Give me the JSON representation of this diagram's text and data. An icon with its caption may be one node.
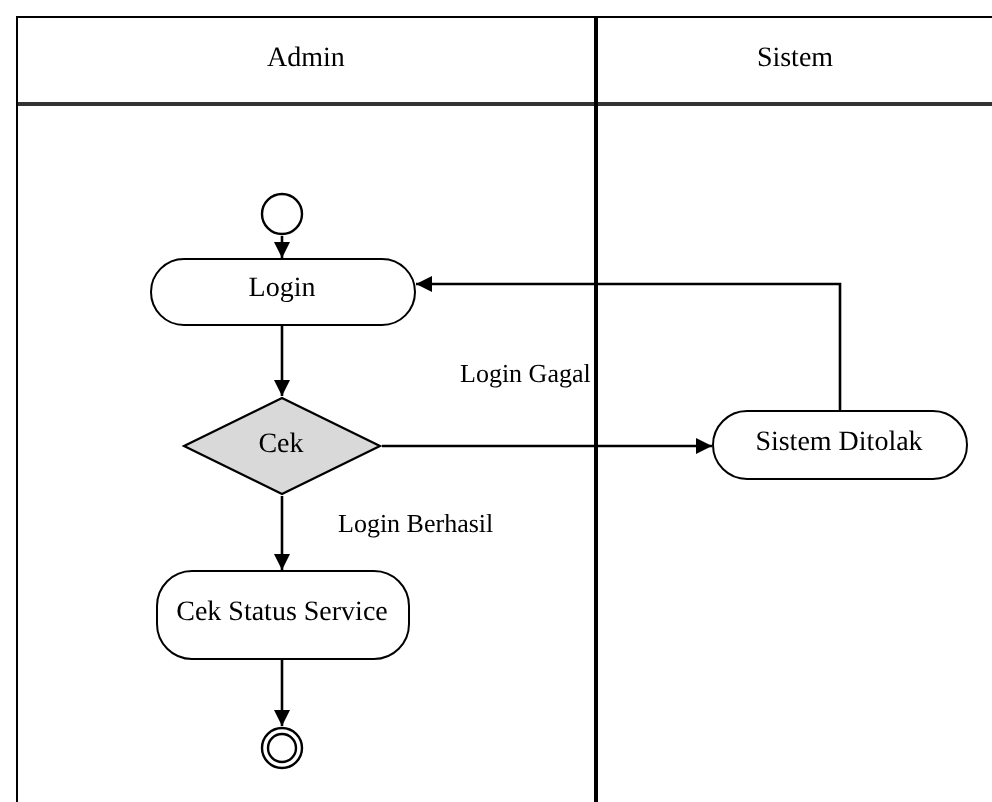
{
  "diagram": {
    "nodes": [
      {
        "text": [
          "Admin"
        ]
      },
      {
        "text": [
          "Sistem"
        ]
      },
      {
        "text": [],
        "shape": "circle",
        "in": 0
      },
      {
        "text": [
          "Login"
        ],
        "in": 0
      },
      {
        "text": [
          "Cek"
        ],
        "in": 0
      },
      {
        "text": [
          "Cek Status Service"
        ],
        "in": 0
      },
      {
        "text": [],
        "shape": "circle",
        "in": 0
      },
      {
        "text": [
          "Sistem Ditolak"
        ],
        "in": 1
      }
    ],
    "edges": [
      {
        "from": 2,
        "to": 3,
        "arrow": "to"
      },
      {
        "from": 3,
        "to": 4,
        "arrow": "to"
      },
      {
        "from": 4,
        "to": 7,
        "arrow": "to",
        "label": "Login Gagal"
      },
      {
        "from": 7,
        "to": 3,
        "arrow": "to"
      },
      {
        "from": 4,
        "to": 5,
        "arrow": "to",
        "label": "Login Berhasil"
      },
      {
        "from": 5,
        "to": 6,
        "arrow": "to"
      }
    ]
  }
}
